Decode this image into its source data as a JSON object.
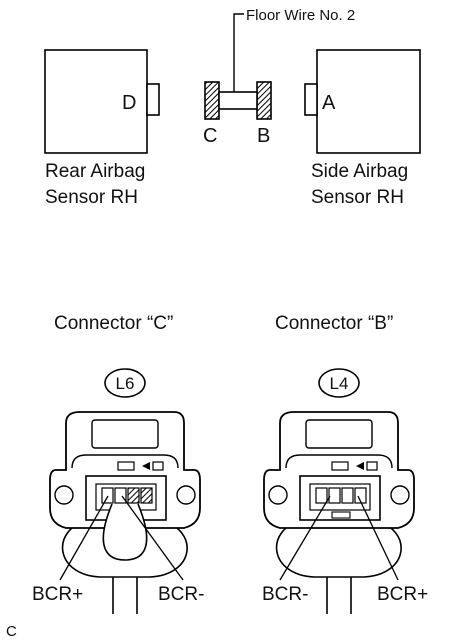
{
  "top": {
    "floor_wire_label": "Floor Wire No. 2",
    "left_box_pin": "D",
    "right_box_pin": "A",
    "wire_end_left": "C",
    "wire_end_right": "B",
    "left_component_line1": "Rear Airbag",
    "left_component_line2": "Sensor RH",
    "right_component_line1": "Side Airbag",
    "right_component_line2": "Sensor RH"
  },
  "connectors": [
    {
      "title": "Connector “C”",
      "code": "L6",
      "pin_left_label": "BCR+",
      "pin_right_label": "BCR-"
    },
    {
      "title": "Connector “B”",
      "code": "L4",
      "pin_left_label": "BCR-",
      "pin_right_label": "BCR+"
    }
  ],
  "figure_code": "C"
}
